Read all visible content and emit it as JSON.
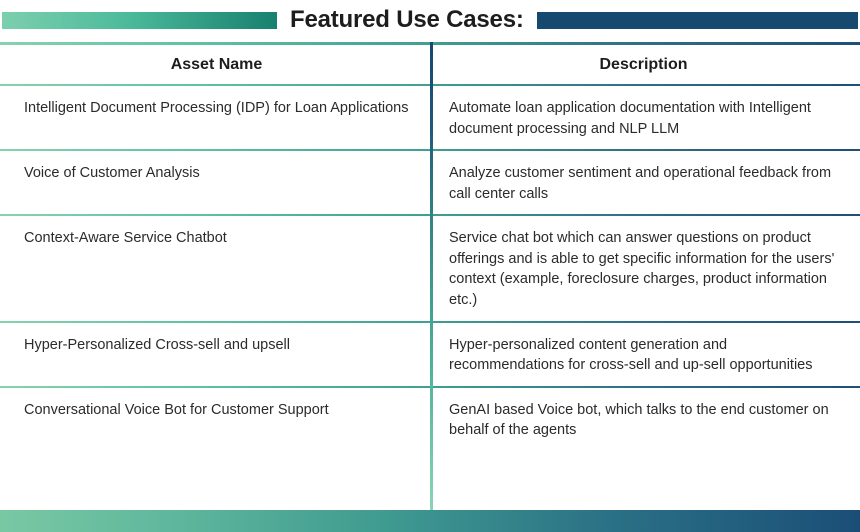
{
  "title": "Featured Use Cases:",
  "colors": {
    "green_light": "#7ccfae",
    "green_dark": "#17806f",
    "blue": "#15496f",
    "text": "#2b2b2b"
  },
  "table": {
    "columns": [
      "Asset Name",
      "Description"
    ],
    "rows": [
      {
        "asset_name": "Intelligent Document Processing (IDP) for Loan Applications",
        "description": "Automate loan application documentation with Intelligent document processing and NLP LLM"
      },
      {
        "asset_name": "Voice of Customer Analysis",
        "description": "Analyze customer sentiment and operational feedback from call center calls"
      },
      {
        "asset_name": "Context-Aware Service Chatbot",
        "description": "Service chat bot which can answer questions on product offerings and is able to get specific information for the users' context (example, foreclosure charges, product information etc.)"
      },
      {
        "asset_name": "Hyper-Personalized Cross-sell and upsell",
        "description": "Hyper-personalized content generation and recommendations for cross-sell and up-sell opportunities"
      },
      {
        "asset_name": "Conversational Voice Bot for Customer Support",
        "description": "GenAI based Voice bot, which talks to the end customer on behalf of the agents"
      }
    ]
  }
}
